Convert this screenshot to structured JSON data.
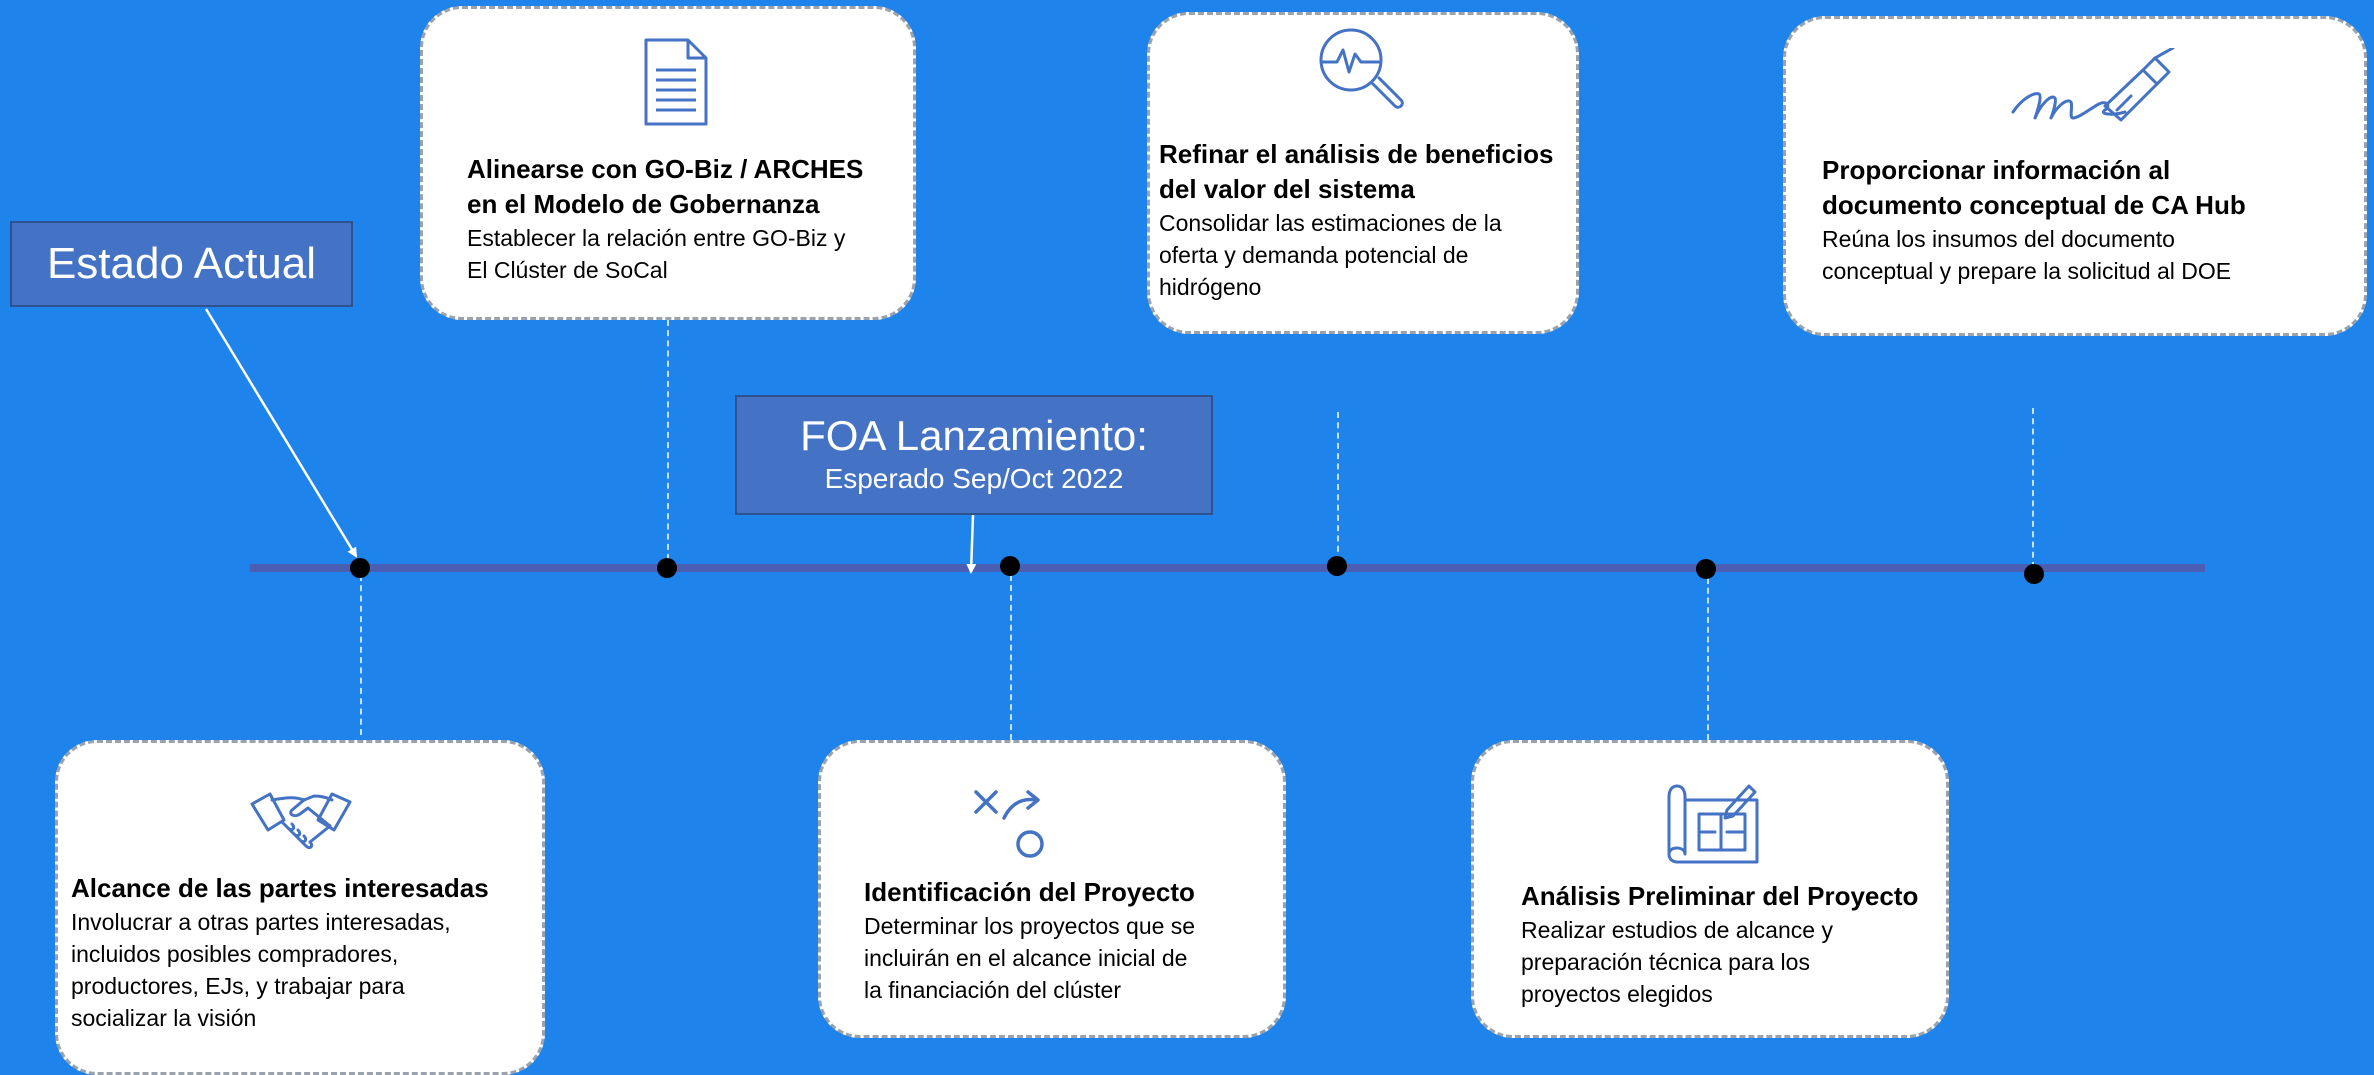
{
  "colors": {
    "background": "#1f83ec",
    "timeline": "#4a5fb3",
    "callout_fill": "#4472c4",
    "icon": "#4472c4"
  },
  "status_label": "Estado Actual",
  "foa": {
    "title": "FOA Lanzamiento:",
    "subtitle": "Esperado Sep/Oct 2022"
  },
  "milestones": [
    {
      "icon": "handshake-icon",
      "title": "Alcance de las partes interesadas",
      "lines": [
        "Involucrar a otras partes interesadas,",
        "incluidos posibles compradores,",
        "productores,  EJs, y trabajar para",
        "socializar la visión"
      ]
    },
    {
      "icon": "document-icon",
      "title_lines": [
        "Alinearse con GO-Biz / ARCHES",
        "en el Modelo de Gobernanza"
      ],
      "lines": [
        "Establecer la relación entre GO-Biz y",
        "El Clúster de SoCal"
      ]
    },
    {
      "icon": "strategy-icon",
      "title": "Identificación del Proyecto",
      "lines": [
        "Determinar los proyectos que se",
        "incluirán en el alcance inicial de",
        "la financiación del clúster"
      ]
    },
    {
      "icon": "magnifier-pulse-icon",
      "title_lines": [
        "Refinar el análisis de beneficios",
        "del valor del sistema"
      ],
      "lines": [
        "Consolidar las estimaciones de la",
        "oferta y demanda potencial de",
        "hidrógeno"
      ]
    },
    {
      "icon": "blueprint-icon",
      "title": "Análisis Preliminar del Proyecto",
      "lines": [
        "Realizar estudios de alcance y",
        "preparación técnica para los",
        "proyectos elegidos"
      ]
    },
    {
      "icon": "signature-pen-icon",
      "title_lines": [
        "Proporcionar información al",
        "documento conceptual de CA Hub"
      ],
      "lines": [
        "Reúna los insumos del documento",
        "conceptual y prepare la solicitud al DOE"
      ]
    }
  ]
}
